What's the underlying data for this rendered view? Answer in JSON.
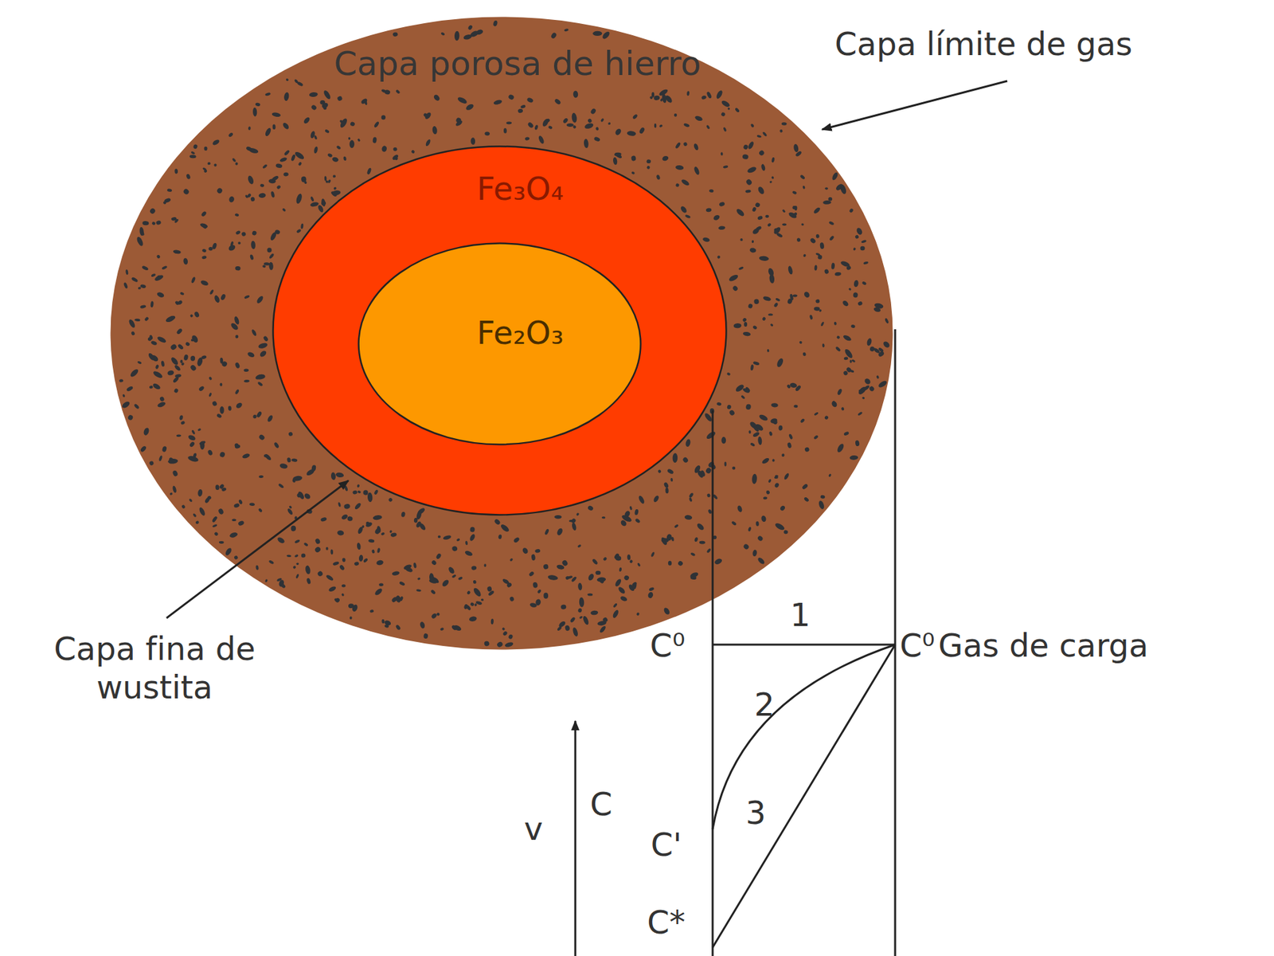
{
  "diagram": {
    "nodes": [
      {
        "text": [
          "Capa porosa de hierro"
        ]
      },
      {
        "text": [
          "Fe₃O₄"
        ],
        "in": 0
      },
      {
        "text": [
          "Fe₂O₃"
        ],
        "in": 1
      }
    ],
    "labels": [
      "Capa límite de gas",
      "Capa fina de wustita",
      "1",
      "2",
      "3",
      "C⁰",
      "C⁰",
      "Gas de carga",
      "C'",
      "C*",
      "C",
      "v"
    ]
  }
}
